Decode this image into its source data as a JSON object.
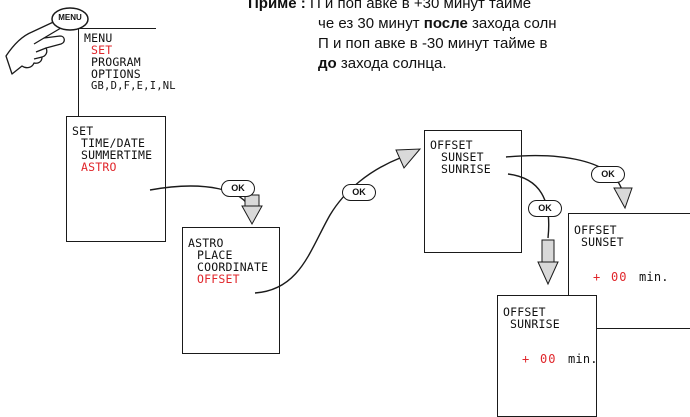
{
  "note": {
    "heading": "Приме :",
    "line1": "П и поп авке в +30 минут тайме",
    "line2": "че ез 30 минут",
    "line2_bold": "после",
    "line2_rest": "захода солн",
    "line3": "П и поп авке в -30 минут тайме в",
    "line4_bold": "до",
    "line4_rest": "захода солнца."
  },
  "menu_button": {
    "label": "MENU"
  },
  "screen_menu": {
    "title": "MENU",
    "items": [
      "SET",
      "PROGRAM",
      "OPTIONS",
      "GB,D,F,E,I,NL"
    ]
  },
  "screen_set": {
    "title": "SET",
    "items": [
      "TIME/DATE",
      "SUMMERTIME",
      "ASTRO"
    ]
  },
  "screen_astro": {
    "title": "ASTRO",
    "items": [
      "PLACE",
      "COORDINATE",
      "OFFSET"
    ]
  },
  "screen_offset": {
    "title": "OFFSET",
    "items": [
      "SUNSET",
      "SUNRISE"
    ]
  },
  "screen_sunset": {
    "title": "OFFSET",
    "subtitle": "SUNSET",
    "sign": "+",
    "value": "00",
    "unit": "min."
  },
  "screen_sunrise": {
    "title": "OFFSET",
    "subtitle": "SUNRISE",
    "sign": "+",
    "value": "00",
    "unit": "min."
  },
  "ok_buttons": [
    "OK",
    "OK",
    "OK",
    "OK"
  ],
  "colors": {
    "highlight": "#e0262b",
    "arrow_fill": "#d9d9d9",
    "line": "#1a1a1a"
  }
}
